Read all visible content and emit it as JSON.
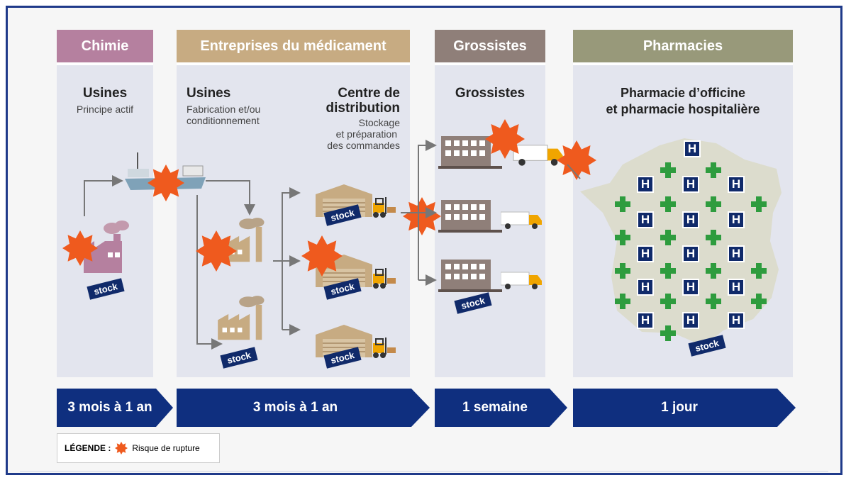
{
  "headers": {
    "chimie": "Chimie",
    "entreprises": "Entreprises du médicament",
    "grossistes": "Grossistes",
    "pharmacies": "Pharmacies"
  },
  "chimie": {
    "title": "Usines",
    "subtitle": "Principe actif"
  },
  "usines": {
    "title": "Usines",
    "subtitle_1": "Fabrication et/ou",
    "subtitle_2": "conditionnement"
  },
  "distribution": {
    "title_1": "Centre de",
    "title_2": "distribution",
    "sub_1": "Stockage",
    "sub_2": "et préparation",
    "sub_3": "des commandes"
  },
  "grossistes": {
    "title": "Grossistes"
  },
  "pharmacies": {
    "title_1": "Pharmacie d’officine",
    "title_2": "et pharmacie hospitalière"
  },
  "stock_label": "stock",
  "durations": [
    "3 mois à 1 an",
    "3 mois à 1 an",
    "1 semaine",
    "1 jour"
  ],
  "legend": {
    "label": "LÉGENDE :",
    "text": "Risque de rupture"
  },
  "hospital_symbol": "H",
  "colors": {
    "chimie": "#b5809f",
    "entreprises": "#c7ab82",
    "grossistes": "#8f7f79",
    "pharmacies": "#98997a",
    "navy": "#0f2f7f",
    "burst": "#ef5a1e",
    "cross": "#2e9c3e"
  }
}
